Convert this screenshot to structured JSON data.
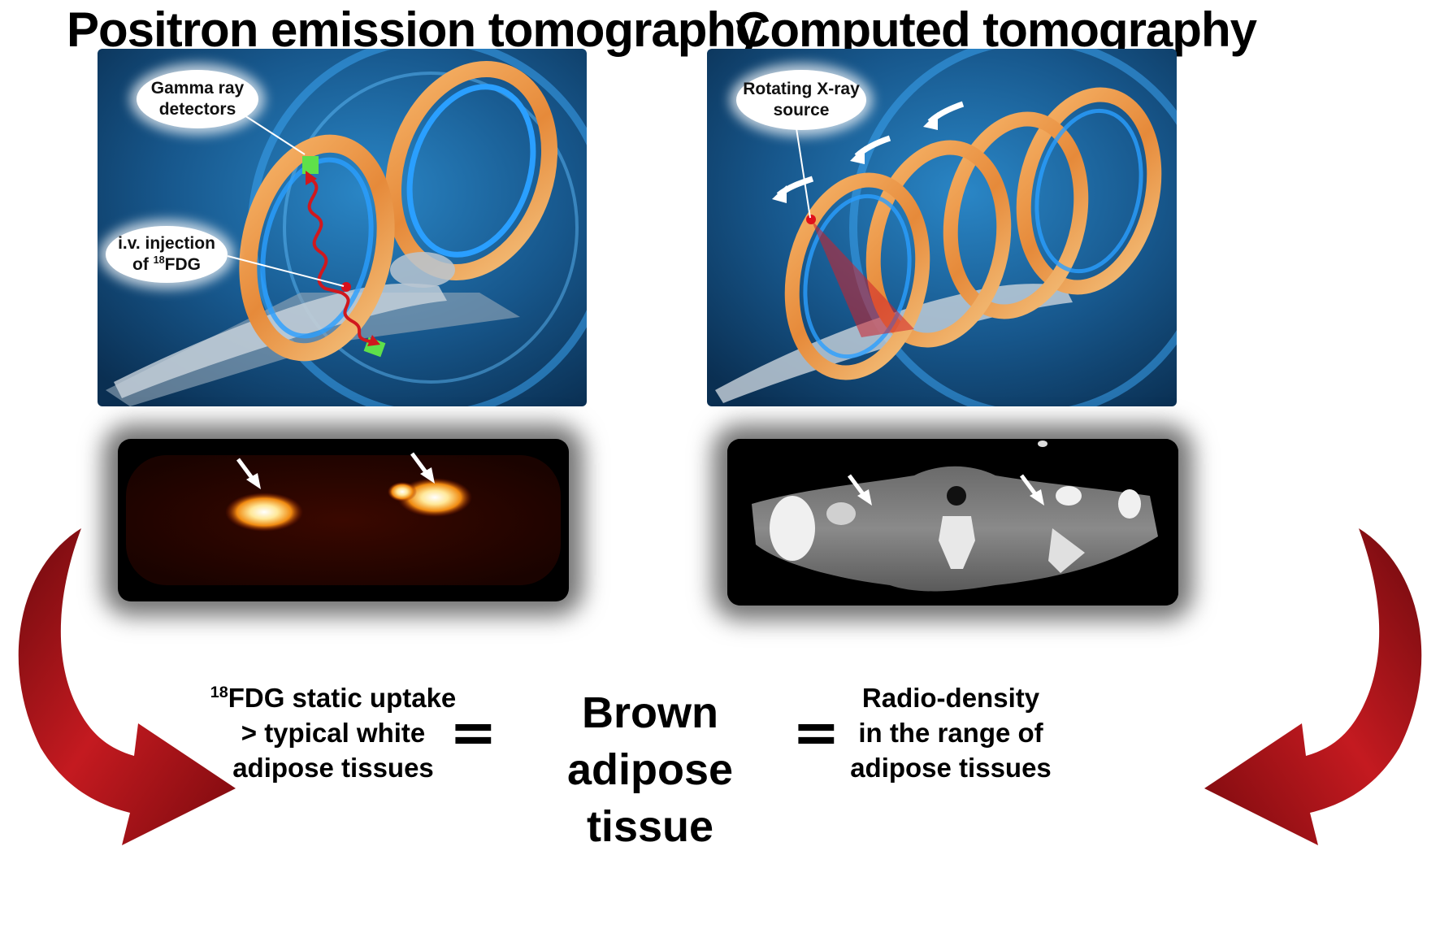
{
  "titles": {
    "pet": "Positron emission tomography",
    "ct": "Computed tomography"
  },
  "pet_panel": {
    "callout_detectors_line1": "Gamma ray",
    "callout_detectors_line2": "detectors",
    "callout_injection_line1": "i.v. injection",
    "callout_injection_prefix": "of ",
    "callout_injection_sup": "18",
    "callout_injection_suffix": "FDG"
  },
  "ct_panel": {
    "callout_source_line1": "Rotating X-ray",
    "callout_source_line2": "source"
  },
  "bottom": {
    "left_sup": "18",
    "left_line1": "FDG static uptake",
    "left_line2": "> typical white",
    "left_line3": "adipose tissues",
    "eq_left": "=",
    "center_line1": "Brown adipose",
    "center_line2": "tissue",
    "eq_right": "=",
    "right_line1": "Radio-density",
    "right_line2": "in the range of",
    "right_line3": "adipose tissues"
  },
  "colors": {
    "panel_blue": "#1c5f93",
    "ring_orange": "#f0a050",
    "ring_blue": "#2a9fff",
    "detector_green": "#5fe04a",
    "arrow_red": "#c0141a",
    "pet_background": "#2a0500",
    "pet_hotspot": "#ffe89a",
    "ct_background": "#000000"
  },
  "icons": [
    "curved-red-arrow-icon",
    "white-pointer-arrow-icon",
    "gamma-ray-wave-icon",
    "rotation-arrow-icon"
  ]
}
